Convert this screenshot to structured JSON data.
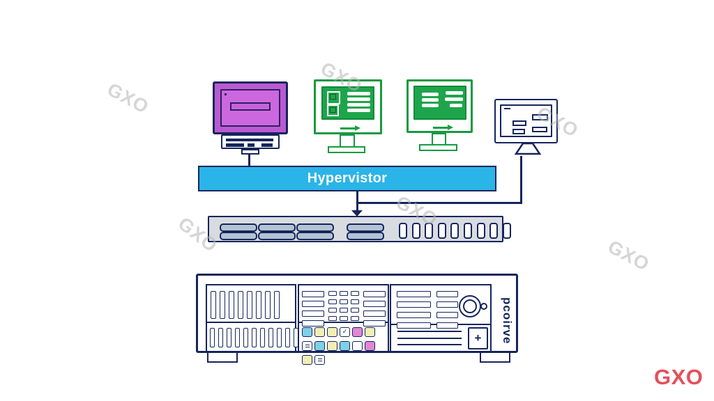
{
  "watermark": {
    "text": "GXO"
  },
  "brand": {
    "text": "GXO",
    "color": "#e4505c"
  },
  "hypervisor": {
    "label": "Hypervistor",
    "fill_color": "#2ab4e8"
  },
  "appliance": {
    "side_label": "pcoirve",
    "plus_label": "+",
    "check_label": "✓"
  },
  "icons": {
    "down_arrow": "down-arrow-icon",
    "right_arrow": "right-arrow-icon",
    "knob": "knob-dial-icon",
    "plus": "plus-button-icon"
  },
  "colors": {
    "outline_navy": "#15255c",
    "monitor_purple": "#cd67e0",
    "monitor_green": "#1ea54b",
    "strip_gray": "#d8dce1",
    "button_cyan": "#7fd0e6",
    "button_yellow": "#f2eeb5",
    "button_pink": "#e287d5",
    "watermark_gray": "#b4b4b4",
    "brand_red": "#e4505c"
  }
}
